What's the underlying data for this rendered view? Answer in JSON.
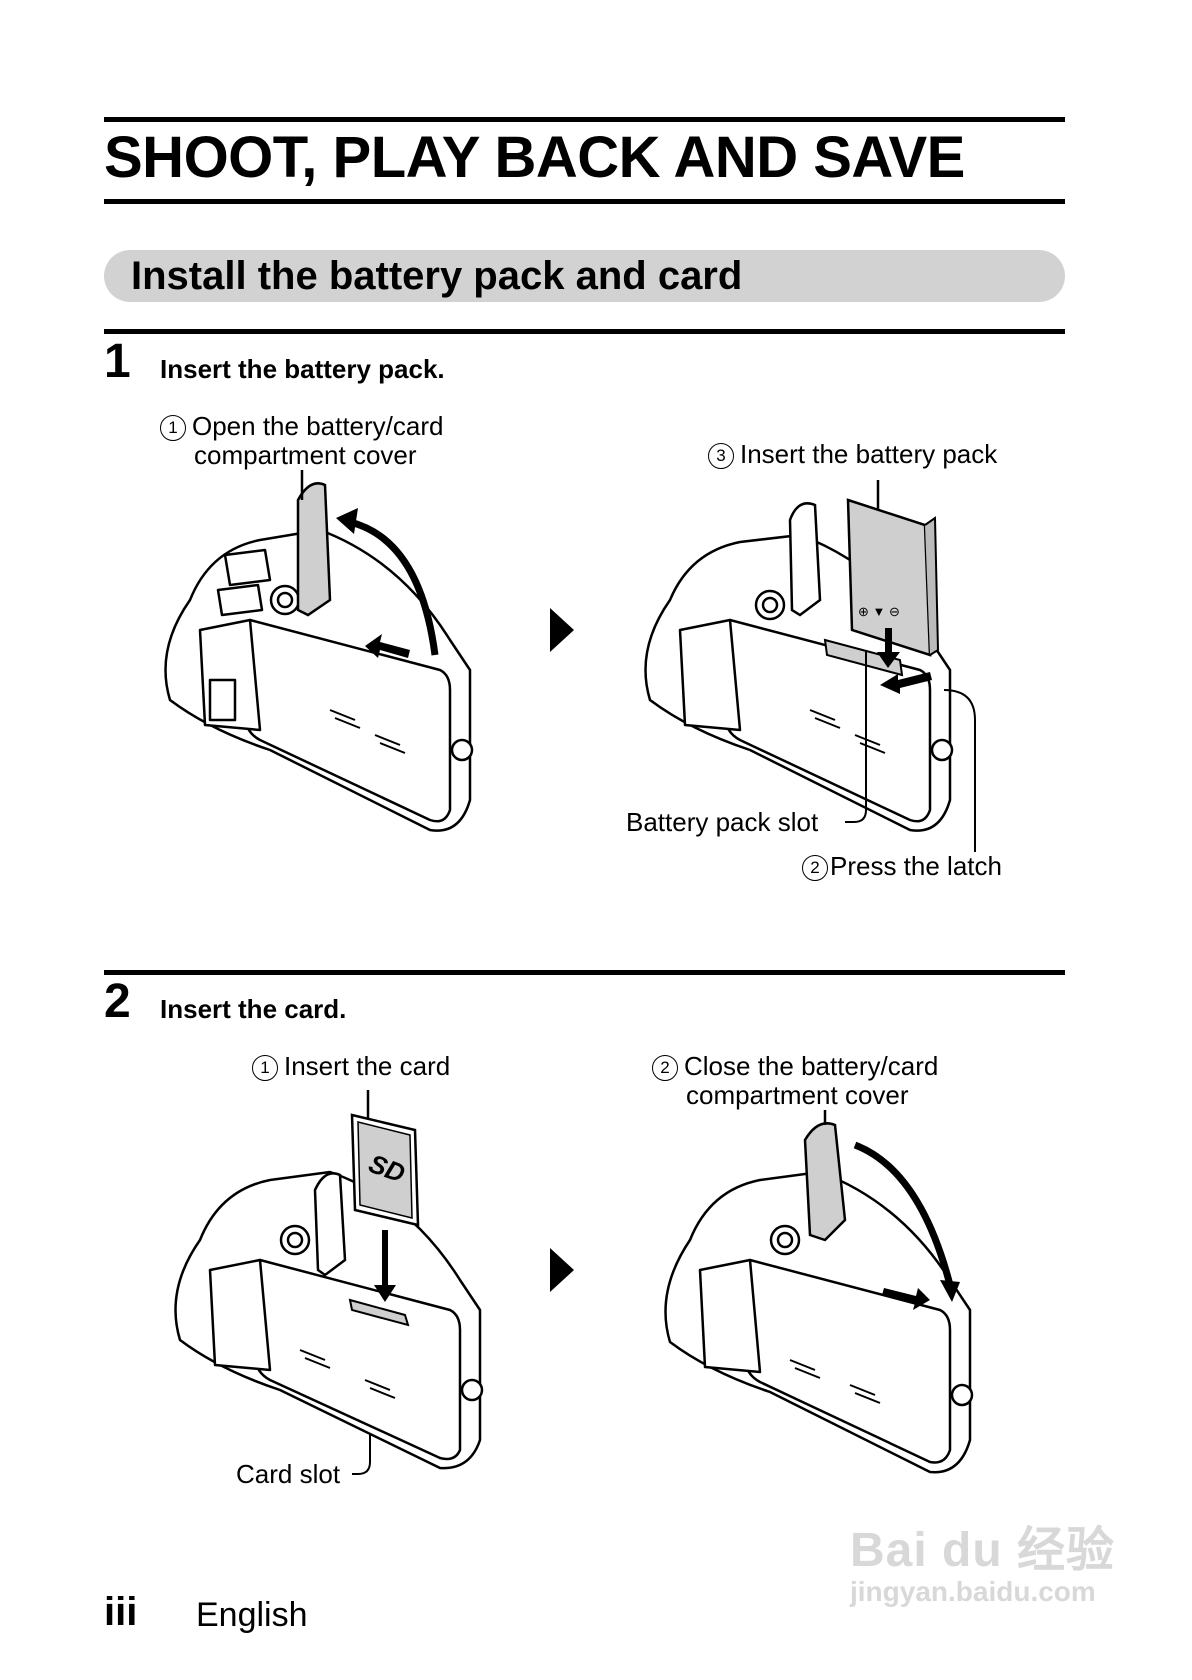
{
  "page": {
    "title": "SHOOT, PLAY BACK AND SAVE",
    "section_title": "Install the battery pack and card"
  },
  "steps": [
    {
      "number": "1",
      "text": "Insert the battery pack.",
      "figures": [
        {
          "callouts": [
            {
              "marker": "1",
              "lines": [
                "Open the battery/card",
                "compartment cover"
              ]
            }
          ]
        },
        {
          "callouts": [
            {
              "marker": "3",
              "lines": [
                "Insert the battery pack"
              ]
            },
            {
              "marker": "",
              "lines": [
                "Battery pack slot"
              ]
            },
            {
              "marker": "2",
              "lines": [
                "Press the latch"
              ]
            }
          ],
          "battery_markings": "⊕ ▼ ⊖"
        }
      ]
    },
    {
      "number": "2",
      "text": "Insert the card.",
      "figures": [
        {
          "callouts": [
            {
              "marker": "1",
              "lines": [
                "Insert the card"
              ]
            },
            {
              "marker": "",
              "lines": [
                "Card slot"
              ]
            }
          ],
          "card_logo": "SD"
        },
        {
          "callouts": [
            {
              "marker": "2",
              "lines": [
                "Close the battery/card",
                "compartment cover"
              ]
            }
          ]
        }
      ]
    }
  ],
  "footer": {
    "page_number": "iii",
    "language": "English"
  },
  "watermark": {
    "brand": "Bai du 经验",
    "url": "jingyan.baidu.com"
  },
  "colors": {
    "section_bar": "#d2d2d2",
    "illustration_gray": "#cfcfcf",
    "watermark": "#d8d8d8"
  }
}
